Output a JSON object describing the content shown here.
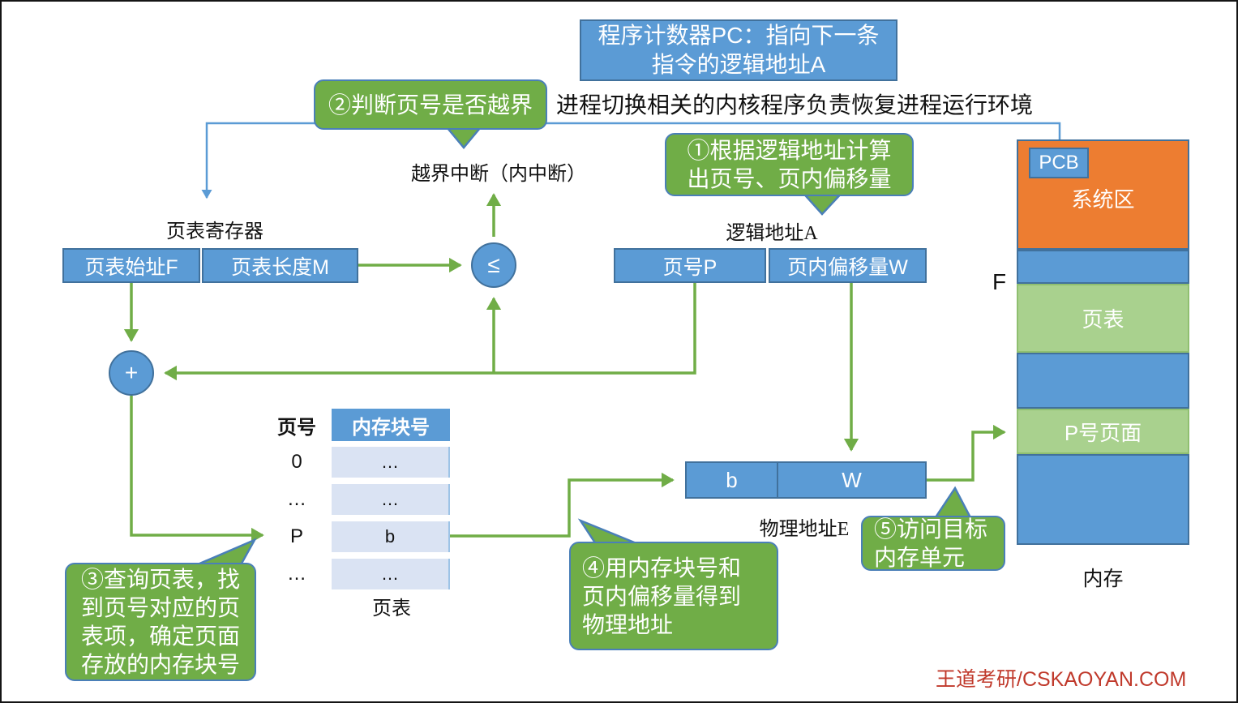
{
  "colors": {
    "box-blue": "#5B9BD5",
    "box-blue-border": "#41719C",
    "line-blue": "#5B9BD5",
    "arrow-green": "#70AD47",
    "callout-green": "#70AD47",
    "callout-border": "#4a7fb8",
    "block-green": "#A9D18E",
    "orange": "#ED7D31",
    "row-fill": "#dae3f3",
    "watermark-red": "#C0392B"
  },
  "pc_box": {
    "line1": "程序计数器PC：指向下一条",
    "line2": "指令的逻辑地址A"
  },
  "kernel_note": "进程切换相关的内核程序负责恢复进程运行环境",
  "interrupt_label": "越界中断（内中断）",
  "register": {
    "title": "页表寄存器",
    "start": "页表始址F",
    "length": "页表长度M"
  },
  "comparator_symbol": "≤",
  "adder_symbol": "+",
  "logical_address": {
    "title": "逻辑地址A",
    "page": "页号P",
    "offset": "页内偏移量W"
  },
  "physical_address": {
    "title": "物理地址E",
    "block": "b",
    "offset": "W"
  },
  "page_table": {
    "page_header": "页号",
    "block_header": "内存块号",
    "caption": "页表",
    "rows": [
      {
        "page": "0",
        "block": "…"
      },
      {
        "page": "…",
        "block": "…"
      },
      {
        "page": "P",
        "block": "b"
      },
      {
        "page": "…",
        "block": "…"
      }
    ]
  },
  "memory": {
    "caption": "内存",
    "f_label": "F",
    "pcb": "PCB",
    "system": "系统区",
    "page_table_block": "页表",
    "page_block": "P号页面"
  },
  "callouts": {
    "step1": {
      "lines": [
        "①根据逻辑地址计算",
        "出页号、页内偏移量"
      ]
    },
    "step2": {
      "lines": [
        "②判断页号是否越界"
      ]
    },
    "step3": {
      "lines": [
        "③查询页表，找",
        "到页号对应的页",
        "表项，确定页面",
        "存放的内存块号"
      ]
    },
    "step4": {
      "lines": [
        "④用内存块号和",
        "页内偏移量得到",
        "物理地址"
      ]
    },
    "step5": {
      "lines": [
        "⑤访问目标",
        "内存单元"
      ]
    }
  },
  "watermark": "王道考研/CSKAOYAN.COM"
}
